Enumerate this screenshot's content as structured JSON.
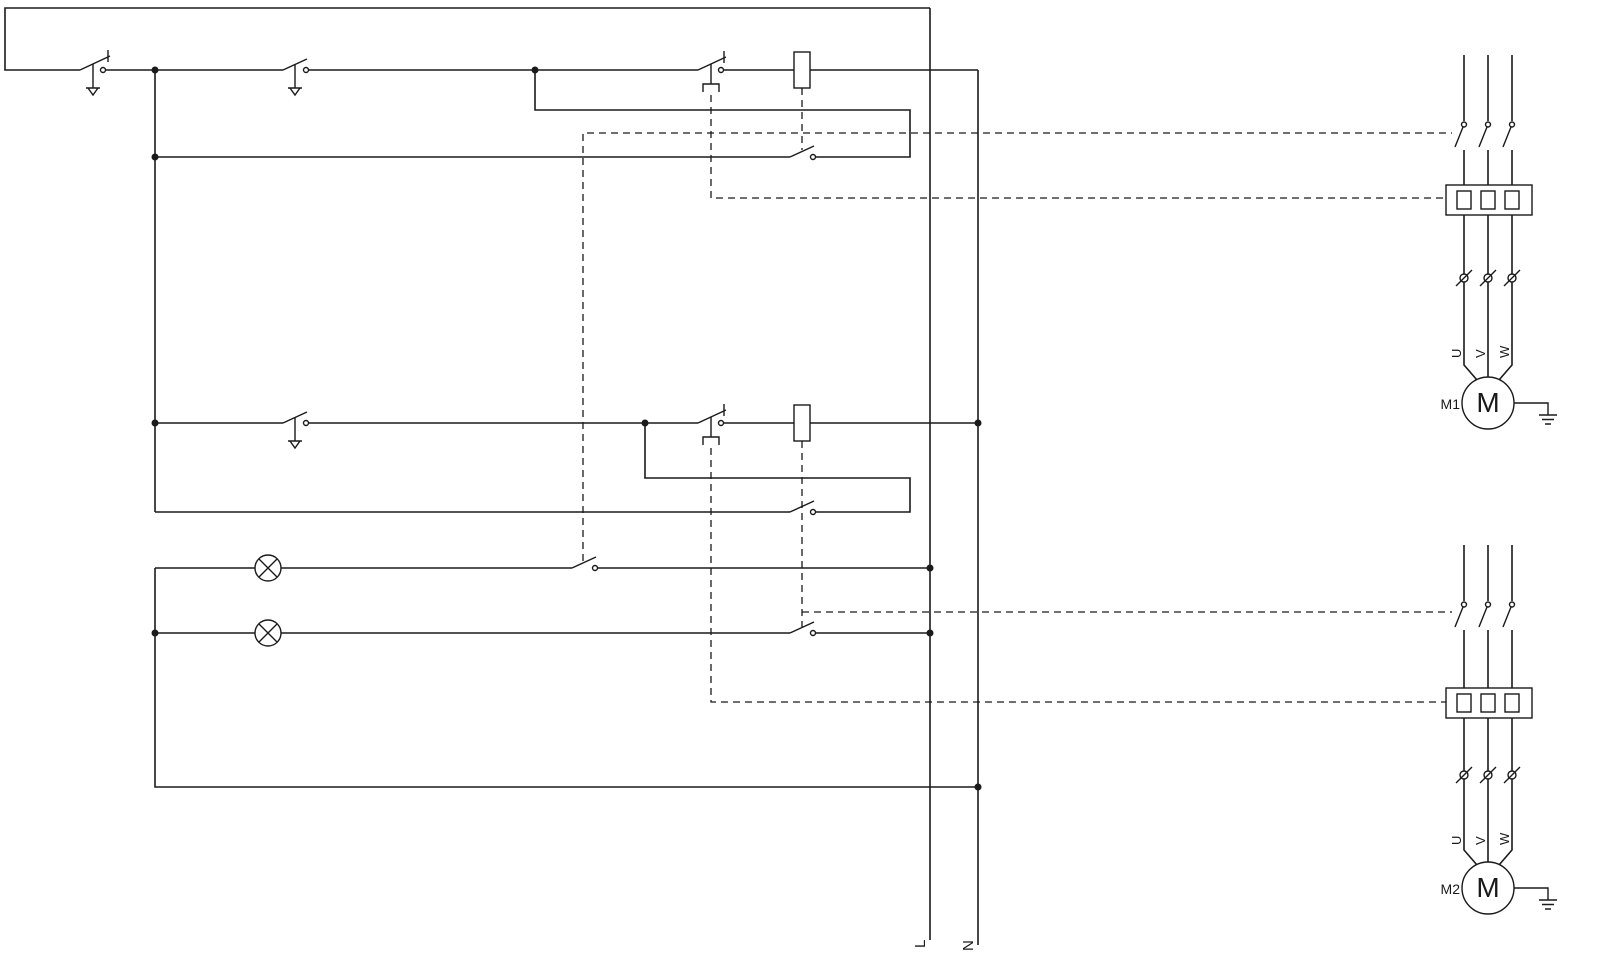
{
  "diagram": {
    "background": "#ffffff",
    "line_color": "#1a1a1a",
    "rails": {
      "line_label": "L",
      "neutral_label": "N"
    },
    "motor_branches": [
      {
        "name_label": "M1",
        "motor_letter": "M",
        "phase_labels": [
          "U",
          "V",
          "W"
        ]
      },
      {
        "name_label": "M2",
        "motor_letter": "M",
        "phase_labels": [
          "U",
          "V",
          "W"
        ]
      }
    ]
  }
}
